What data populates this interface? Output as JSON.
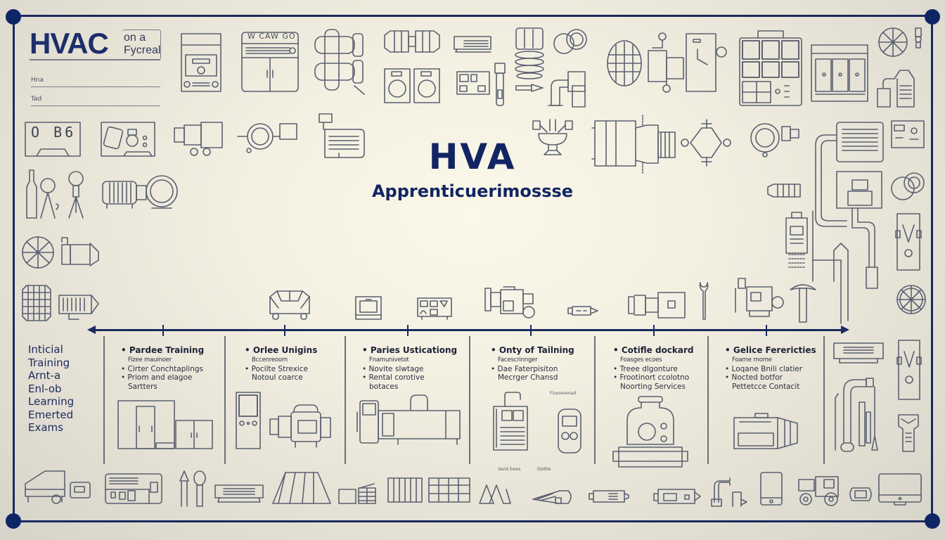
{
  "logo": {
    "main": "HVAC",
    "side_line1": "on a",
    "side_line2": "Fycreal",
    "field1_label": "Hna",
    "field2_label": "Tad"
  },
  "title": {
    "main": "HVA",
    "subtitle": "Apprenticuerimossse"
  },
  "icons": {
    "top_left_panel_text": "O B6",
    "unit_label": "W CAW GO"
  },
  "left_list": {
    "items": [
      "Inticial",
      "Training",
      "Arnt-a",
      "Enl-ob",
      "Learning",
      "Emerted",
      "Exams"
    ]
  },
  "stages": [
    {
      "heading": "Pardee Training",
      "lines": [
        {
          "text": "Fizee mauinoer",
          "type": "ind tiny"
        },
        {
          "text": "Cirter Conchtaplings",
          "type": "bul"
        },
        {
          "text": "Priom and elagoe",
          "type": "bul"
        },
        {
          "text": "Sartters",
          "type": "ind"
        }
      ]
    },
    {
      "heading": "Orlee Unigins",
      "lines": [
        {
          "text": "Bccenreoom",
          "type": "ind tiny"
        },
        {
          "text": "Pocilte Strexice",
          "type": "bul"
        },
        {
          "text": "Notoul coarce",
          "type": "ind"
        }
      ]
    },
    {
      "heading": "Paries Usticationg",
      "lines": [
        {
          "text": "Fnamunivetot",
          "type": "ind tiny"
        },
        {
          "text": "Novite slwtage",
          "type": "bul"
        },
        {
          "text": "Rental corotive",
          "type": "bul"
        },
        {
          "text": "botaces",
          "type": "ind"
        }
      ]
    },
    {
      "heading": "Onty of Tailning",
      "lines": [
        {
          "text": "Facescrinnger",
          "type": "ind tiny"
        },
        {
          "text": "Dae Faterpisiton",
          "type": "bul"
        },
        {
          "text": "Mecrger Chansd",
          "type": "ind"
        }
      ]
    },
    {
      "heading": "Cotifle dockard",
      "lines": [
        {
          "text": "Foasges ecoes",
          "type": "ind tiny"
        },
        {
          "text": "Treee dlgonture",
          "type": "bul"
        },
        {
          "text": "Frootinort ccolotno",
          "type": "bul"
        },
        {
          "text": "Noorting Services",
          "type": "ind"
        }
      ]
    },
    {
      "heading": "Gelice Ferericties",
      "lines": [
        {
          "text": "Foarne rnome",
          "type": "ind tiny"
        },
        {
          "text": "Loqane Bnili clatier",
          "type": "bul"
        },
        {
          "text": "Nocted botfor",
          "type": "bul"
        },
        {
          "text": "Pettetcce Contacit",
          "type": "ind"
        }
      ]
    }
  ],
  "callouts": {
    "device_label": "Fluorevenad",
    "bottom_left": "Vanit Ewes",
    "bottom_right": "Disttle"
  },
  "colors": {
    "frame": "#1a2a5e",
    "title": "#122563",
    "dot": "#102566",
    "icon_stroke": "#5a6070",
    "background": "#f3f0e2"
  }
}
